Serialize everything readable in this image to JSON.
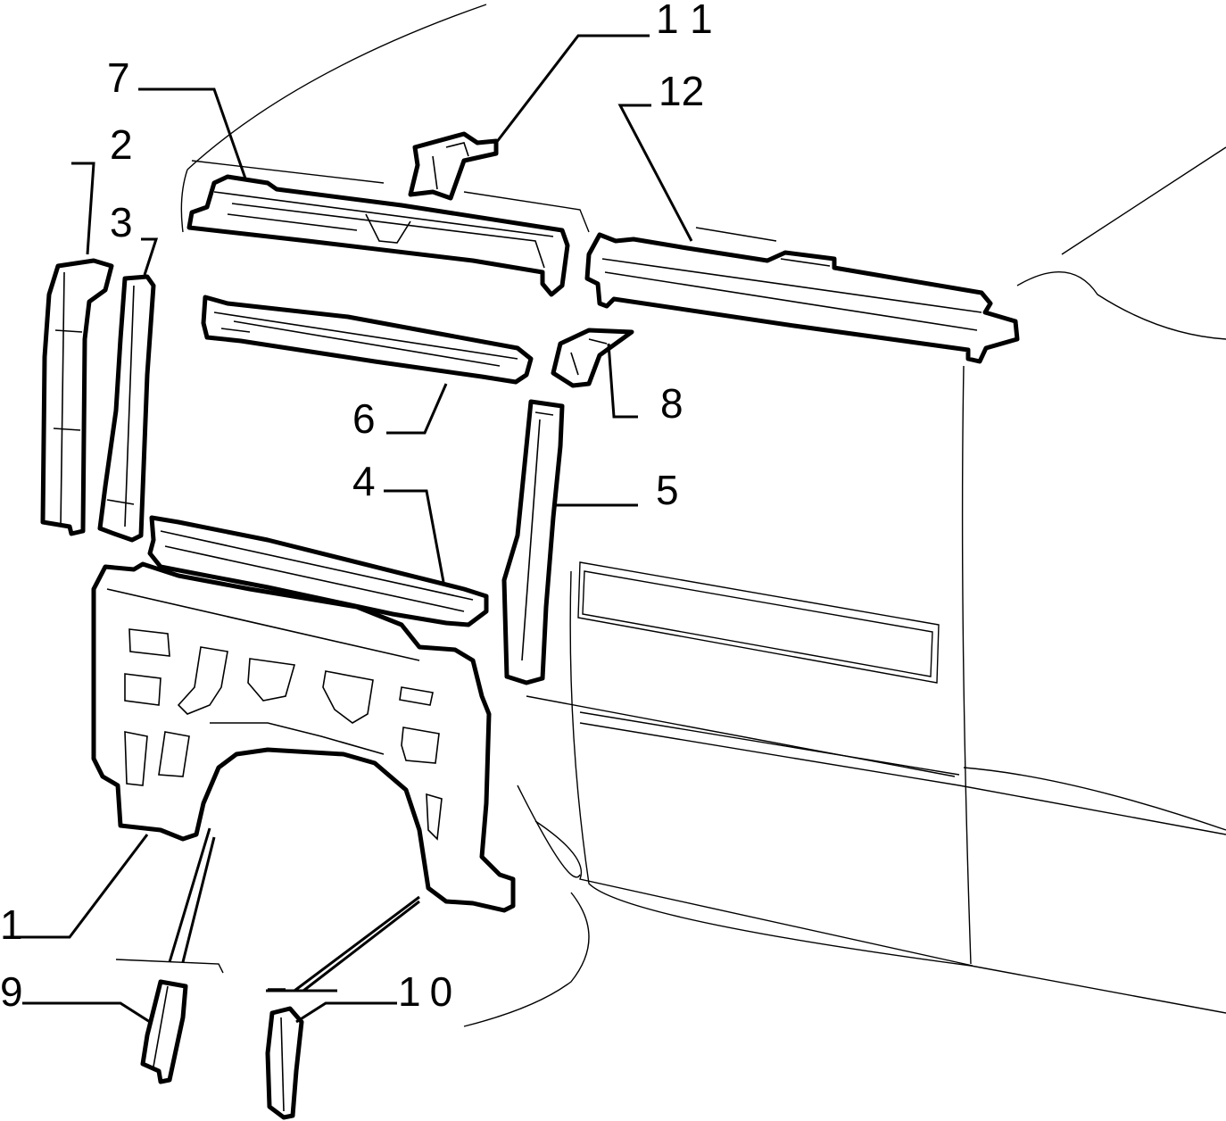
{
  "diagram": {
    "callouts": [
      "1",
      "2",
      "3",
      "4",
      "5",
      "6",
      "7",
      "8",
      "9",
      "10",
      "11",
      "12"
    ],
    "colors": {
      "ink": "#000000",
      "paper": "#ffffff"
    }
  }
}
